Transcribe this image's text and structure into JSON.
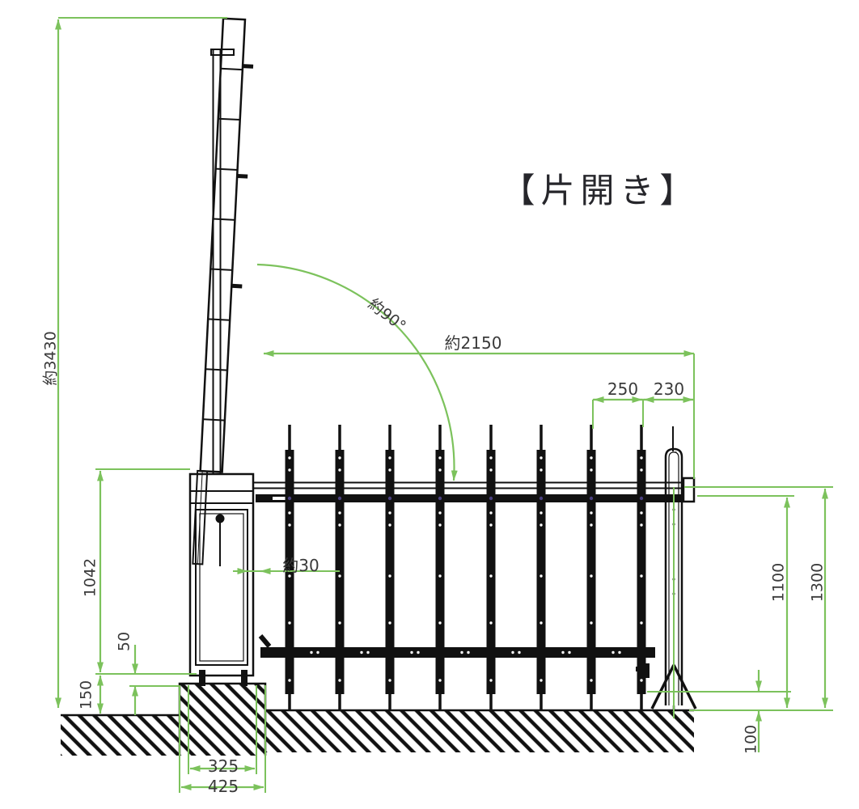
{
  "title": "【片開き】",
  "labels": {
    "total_height": "約3430",
    "swing_angle": "約90°",
    "gate_length": "約2150",
    "top_pitch_left": "250",
    "top_pitch_right": "230",
    "post_height": "1042",
    "mount_gap": "50",
    "foundation_depth": "150",
    "panel_thickness": "約30",
    "gate_height": "1300",
    "picket_height": "1100",
    "ground_clearance": "100",
    "post_base_width": "325",
    "foundation_width": "425"
  },
  "colors": {
    "dimension_green": "#7cc25c",
    "line_black": "#111111",
    "rivet_purple": "#4a4080"
  }
}
